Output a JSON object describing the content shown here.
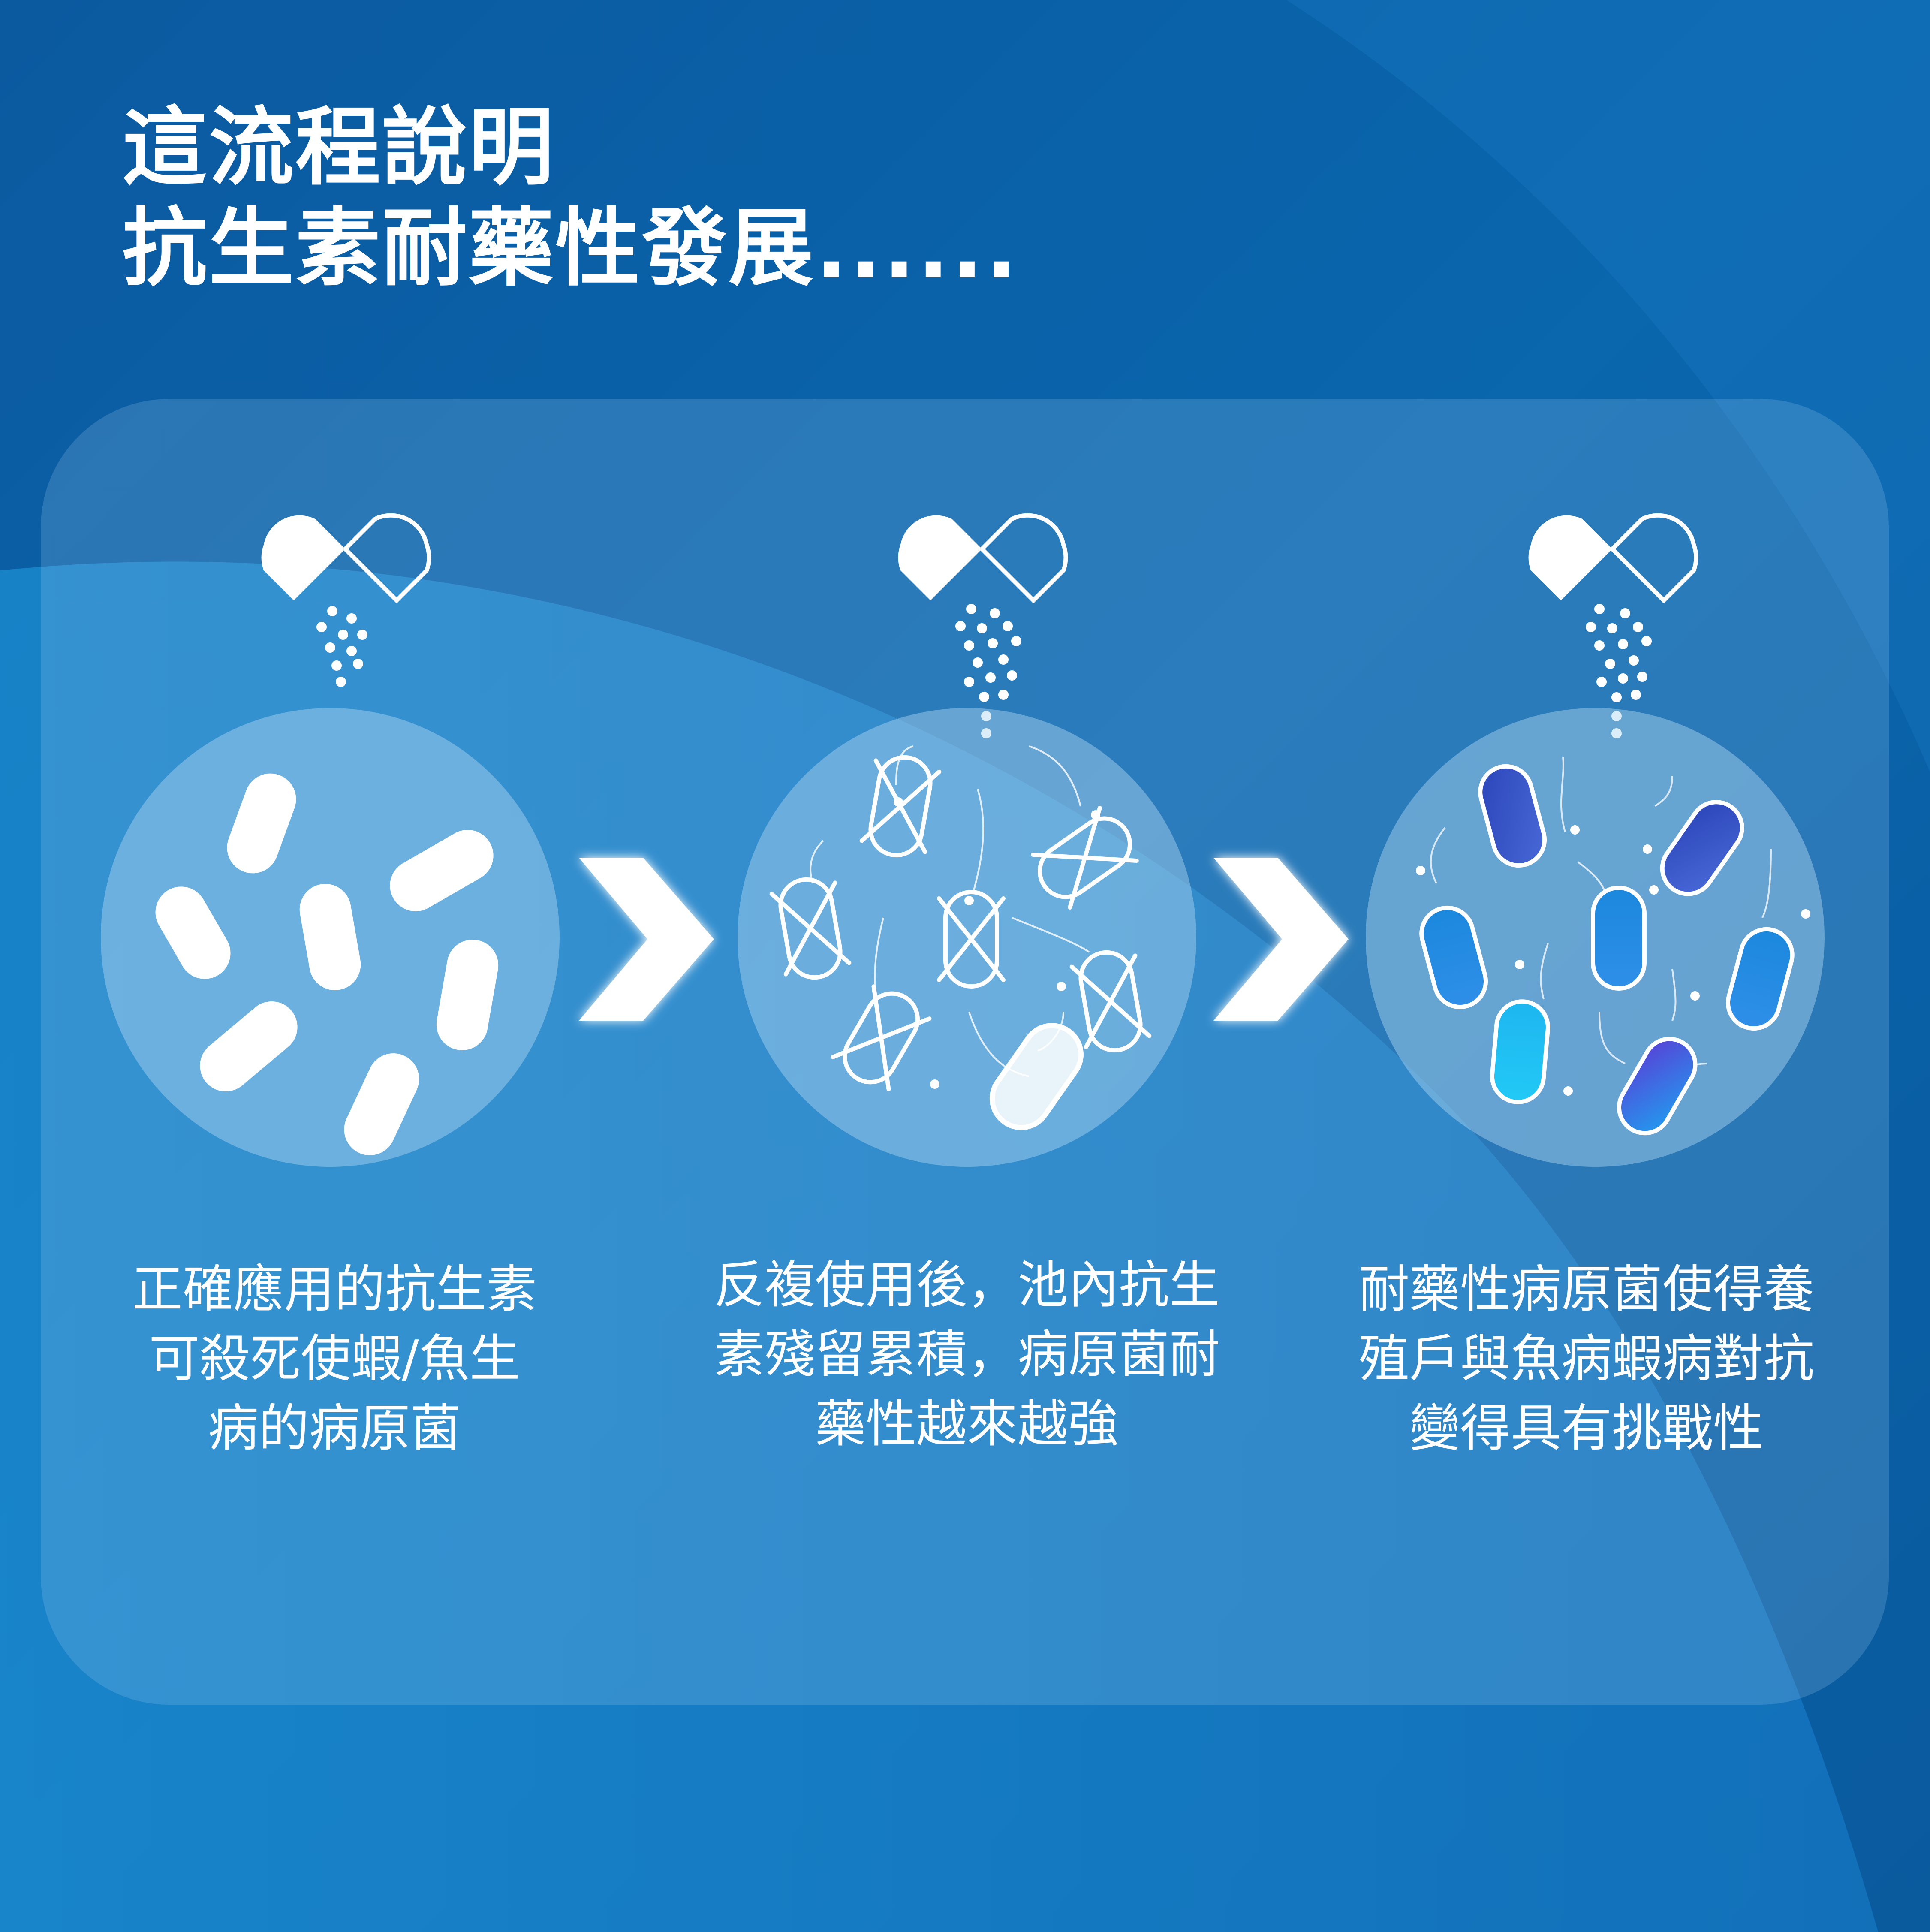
{
  "title": {
    "line1": "這流程說明",
    "line2": "抗生素耐藥性發展......"
  },
  "steps": [
    {
      "caption": [
        "正確應用的抗生素",
        "可殺死使蝦/魚生",
        "病的病原菌"
      ],
      "state": "bacteria killed"
    },
    {
      "caption": [
        "反複使用後，池內抗生",
        "素殘留累積，病原菌耐",
        "藥性越來越強"
      ],
      "state": "resistance building"
    },
    {
      "caption": [
        "耐藥性病原菌使得養",
        "殖戶與魚病蝦病對抗",
        "變得具有挑戰性"
      ],
      "state": "resistant bacteria"
    }
  ],
  "icons": [
    "capsule-icon",
    "bacteria-icon",
    "chevron-right-icon"
  ],
  "colors": {
    "background": "#0a63a8",
    "panel": "#5aa8dc",
    "text": "#ffffff",
    "resistant_dark": "#3b4fc9",
    "resistant_light": "#21b7ef"
  }
}
